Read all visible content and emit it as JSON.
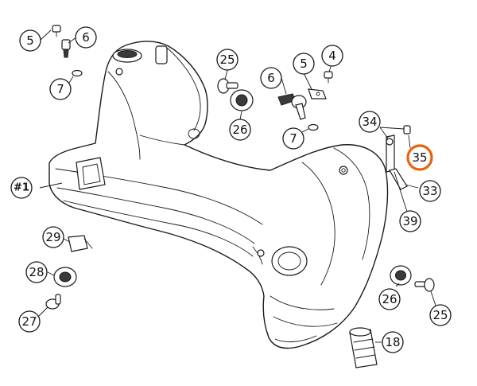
{
  "diagram": {
    "highlight_color": "#e8620f",
    "callouts": [
      {
        "id": "c5a",
        "label": "5",
        "highlighted": false
      },
      {
        "id": "c6a",
        "label": "6",
        "highlighted": false
      },
      {
        "id": "c7a",
        "label": "7",
        "highlighted": false
      },
      {
        "id": "c25a",
        "label": "25",
        "highlighted": false
      },
      {
        "id": "c26a",
        "label": "26",
        "highlighted": false
      },
      {
        "id": "c6b",
        "label": "6",
        "highlighted": false
      },
      {
        "id": "c5b",
        "label": "5",
        "highlighted": false
      },
      {
        "id": "c4",
        "label": "4",
        "highlighted": false
      },
      {
        "id": "c7b",
        "label": "7",
        "highlighted": false
      },
      {
        "id": "c34",
        "label": "34",
        "highlighted": false
      },
      {
        "id": "c35",
        "label": "35",
        "highlighted": true
      },
      {
        "id": "c33",
        "label": "33",
        "highlighted": false
      },
      {
        "id": "c39",
        "label": "39",
        "highlighted": false
      },
      {
        "id": "c1",
        "label": "#1",
        "highlighted": false
      },
      {
        "id": "c29",
        "label": "29",
        "highlighted": false
      },
      {
        "id": "c28",
        "label": "28",
        "highlighted": false
      },
      {
        "id": "c27",
        "label": "27",
        "highlighted": false
      },
      {
        "id": "c26b",
        "label": "26",
        "highlighted": false
      },
      {
        "id": "c25b",
        "label": "25",
        "highlighted": false
      },
      {
        "id": "c18",
        "label": "18",
        "highlighted": false
      }
    ]
  }
}
